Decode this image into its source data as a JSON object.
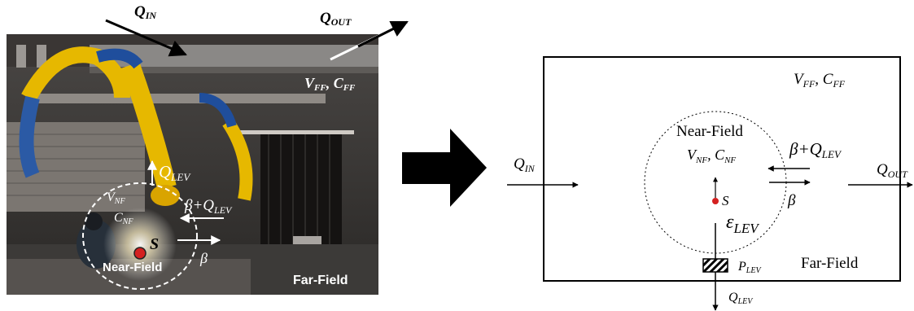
{
  "photo_panel": {
    "q_in": {
      "base": "Q",
      "sub": "IN"
    },
    "q_out": {
      "base": "Q",
      "sub": "OUT"
    },
    "far_field_vars": {
      "v": "V",
      "v_sub": "FF",
      "c": "C",
      "c_sub": "FF"
    },
    "q_lev": {
      "base": "Q",
      "sub": "LEV"
    },
    "beta_plus_q_lev": {
      "prefix": "β+Q",
      "sub": "LEV"
    },
    "near_field_vars": {
      "v": "V",
      "v_sub": "NF",
      "c": "C",
      "c_sub": "NF"
    },
    "source": "S",
    "beta": "β",
    "near_field_label": "Near-Field",
    "far_field_label": "Far-Field"
  },
  "schematic_panel": {
    "far_field_vars": {
      "v": "V",
      "v_sub": "FF",
      "c": "C",
      "c_sub": "FF"
    },
    "near_field_label": "Near-Field",
    "near_field_vars": {
      "v": "V",
      "v_sub": "NF",
      "c": "C",
      "c_sub": "NF"
    },
    "q_in": {
      "base": "Q",
      "sub": "IN"
    },
    "beta_plus_q_lev": {
      "prefix": "β+Q",
      "sub": "LEV"
    },
    "q_out": {
      "base": "Q",
      "sub": "OUT"
    },
    "source": "S",
    "beta": "β",
    "epsilon_lev": {
      "base": "ε",
      "sub": "LEV"
    },
    "p_lev": {
      "base": "P",
      "sub": "LEV"
    },
    "far_field_label": "Far-Field",
    "q_lev": {
      "base": "Q",
      "sub": "LEV"
    }
  },
  "colors": {
    "source_dot": "#d42020",
    "photo_dark": "#2b2724",
    "hood_yellow": "#e6b800",
    "arrow": "#000000"
  }
}
